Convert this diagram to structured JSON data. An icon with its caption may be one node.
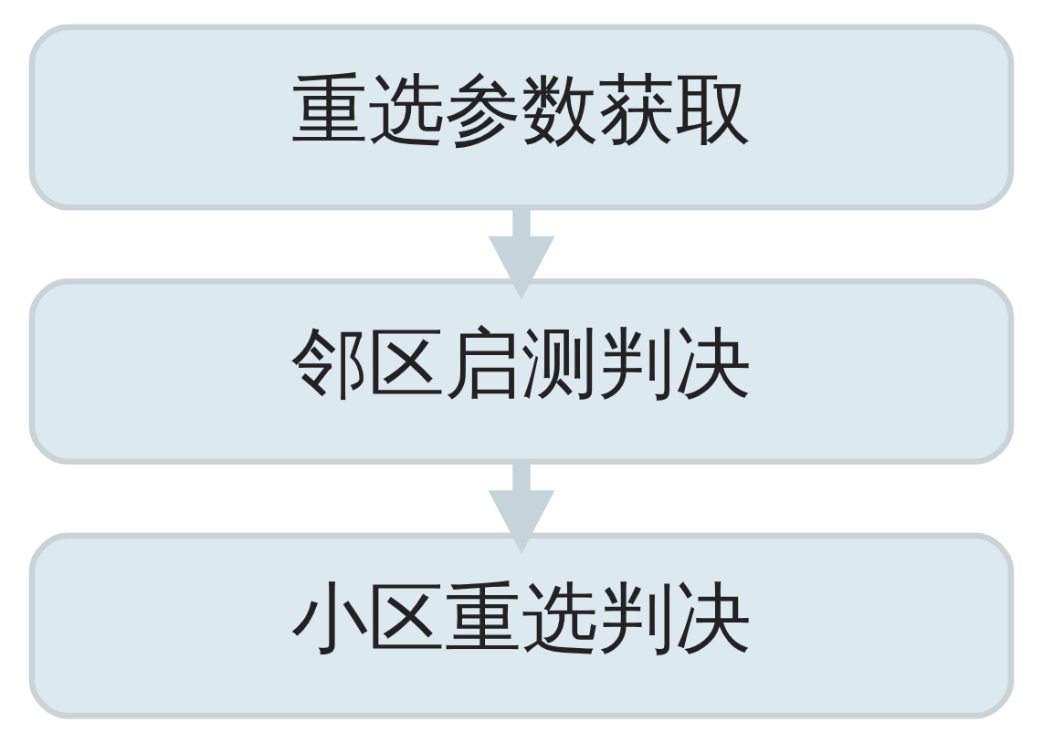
{
  "diagram": {
    "nodes": [
      {
        "text": [
          "重选参数获取"
        ]
      },
      {
        "text": [
          "邻区启测判决"
        ]
      },
      {
        "text": [
          "小区重选判决"
        ]
      }
    ],
    "edges": [
      {
        "from": 0,
        "to": 1,
        "arrow": "to"
      },
      {
        "from": 1,
        "to": 2,
        "arrow": "to"
      }
    ]
  }
}
